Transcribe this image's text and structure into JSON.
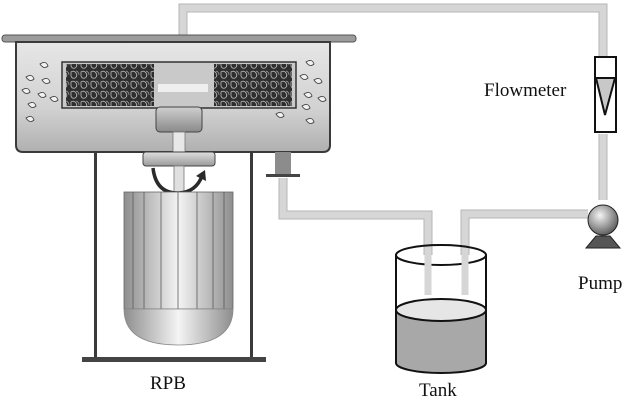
{
  "diagram": {
    "title": "Rotating packed bed experimental setup",
    "labels": {
      "rpb": "RPB",
      "tank": "Tank",
      "pump": "Pump",
      "flowmeter": "Flowmeter"
    },
    "colors": {
      "pipe": "#d6d6d6",
      "vessel": "#c8c8c8",
      "liquid": "#a8a8a8",
      "frame": "#3a3a3a",
      "packing": "#2f2f2f"
    },
    "components": [
      "rotating-packed-bed",
      "motor",
      "tank",
      "pump",
      "flowmeter",
      "piping"
    ]
  }
}
